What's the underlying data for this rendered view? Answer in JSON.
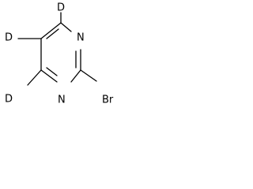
{
  "molecule": {
    "atoms": {
      "d_top": "D",
      "d_left": "D",
      "d_bottom": "D",
      "n_top": "N",
      "n_bottom": "N",
      "br": "Br"
    }
  }
}
